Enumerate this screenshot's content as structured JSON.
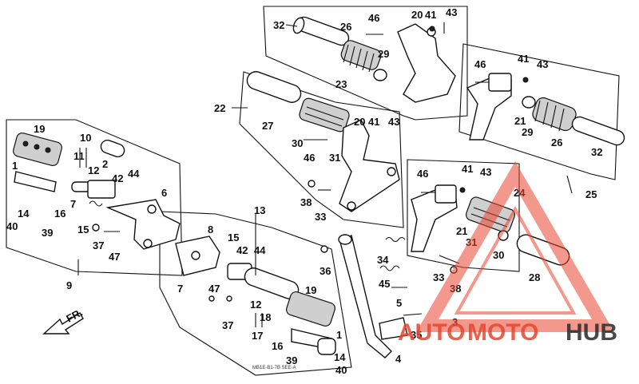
{
  "labels": {
    "l32a": "32",
    "l26a": "26",
    "l46a": "46",
    "l20a": "20",
    "l41a": "41",
    "l43a": "43",
    "l29a": "29",
    "l23": "23",
    "l22": "22",
    "l27": "27",
    "l30a": "30",
    "l46b": "46",
    "l31a": "31",
    "l20b": "20",
    "l41b": "41",
    "l43b": "43",
    "l46c": "46",
    "l41c": "41",
    "l43c": "43",
    "l21a": "21",
    "l29b": "29",
    "l26b": "26",
    "l32b": "32",
    "l25": "25",
    "l19a": "19",
    "l10": "10",
    "l11": "11",
    "l12a": "12",
    "l2": "2",
    "l1a": "1",
    "l42a": "42",
    "l44a": "44",
    "l6": "6",
    "l7a": "7",
    "l14a": "14",
    "l16a": "16",
    "l40a": "40",
    "l39a": "39",
    "l15a": "15",
    "l37a": "37",
    "l47a": "47",
    "l9": "9",
    "l38a": "38",
    "l33a": "33",
    "l13": "13",
    "l8": "8",
    "l15b": "15",
    "l42b": "42",
    "l44b": "44",
    "l7b": "7",
    "l47b": "47",
    "l37b": "37",
    "l12b": "12",
    "l18": "18",
    "l17": "17",
    "l19b": "19",
    "l1b": "1",
    "l16b": "16",
    "l39b": "39",
    "l14b": "14",
    "l40b": "40",
    "l36": "36",
    "l34": "34",
    "l45": "45",
    "l5": "5",
    "l35": "35",
    "l4": "4",
    "l3": "3",
    "l46d": "46",
    "l41d": "41",
    "l43d": "43",
    "l24": "24",
    "l21b": "21",
    "l31b": "31",
    "l30b": "30",
    "l33b": "33",
    "l38b": "38",
    "l28": "28"
  },
  "fr_label": "FR.",
  "watermark": {
    "text_a": "AUTO",
    "text_b": "MOTO",
    "text_c": "HUB",
    "accent": "#e8452f",
    "dark": "#2a2a2a"
  },
  "footnote": "MB1E-B1-7B  SEE-A"
}
